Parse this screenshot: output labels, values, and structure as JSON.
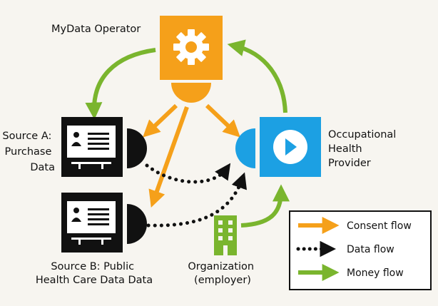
{
  "nodes": {
    "operator": {
      "label": "MyData Operator",
      "icon": "gear-icon"
    },
    "source_a": {
      "label_lines": [
        "Source A:",
        "Purchase",
        "Data"
      ],
      "icon": "id-card-icon"
    },
    "source_b": {
      "label_lines": [
        "Source B: Public",
        "Health Care Data Data"
      ],
      "icon": "id-card-icon"
    },
    "provider": {
      "label_lines": [
        "Occupational",
        "Health",
        "Provider"
      ],
      "icon": "play-icon"
    },
    "organization": {
      "label_lines": [
        "Organization",
        "(employer)"
      ],
      "icon": "building-icon"
    }
  },
  "legend": {
    "items": [
      {
        "label": "Consent flow",
        "style": "solid-orange",
        "color": "#f5a01a"
      },
      {
        "label": "Data flow",
        "style": "dotted-black",
        "color": "#111111"
      },
      {
        "label": "Money flow",
        "style": "solid-green",
        "color": "#7ab52e"
      }
    ]
  },
  "colors": {
    "orange": "#f5a01a",
    "blue": "#1ca0e3",
    "green": "#7ab52e",
    "black": "#111111",
    "background": "#f7f5f0"
  }
}
